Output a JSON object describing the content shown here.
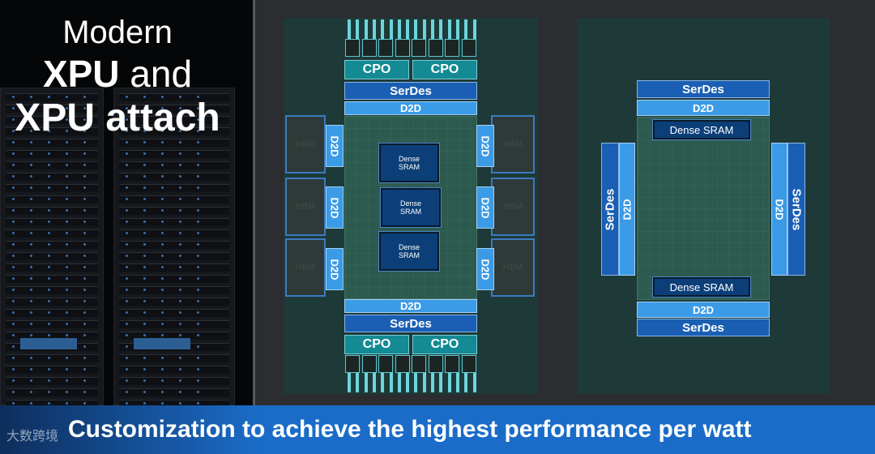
{
  "title": {
    "line1": "Modern",
    "line2_bold": "XPU",
    "line2_rest": " and",
    "line3": "XPU attach"
  },
  "labels": {
    "cpo": "CPO",
    "serdes": "SerDes",
    "d2d": "D2D",
    "hbm": "HBM",
    "dense_sram_line1": "Dense",
    "dense_sram_line2": "SRAM",
    "dense_sram": "Dense SRAM"
  },
  "banner": {
    "text": "Customization to achieve the highest performance per watt"
  },
  "watermark": {
    "text": "大数跨境"
  },
  "colors": {
    "serdes": "#1a5fb4",
    "d2d": "#3b9be6",
    "cpo": "#138a94",
    "die": "#2c5a4f",
    "panel": "#1e3a38",
    "banner": "#1a6cc8"
  }
}
